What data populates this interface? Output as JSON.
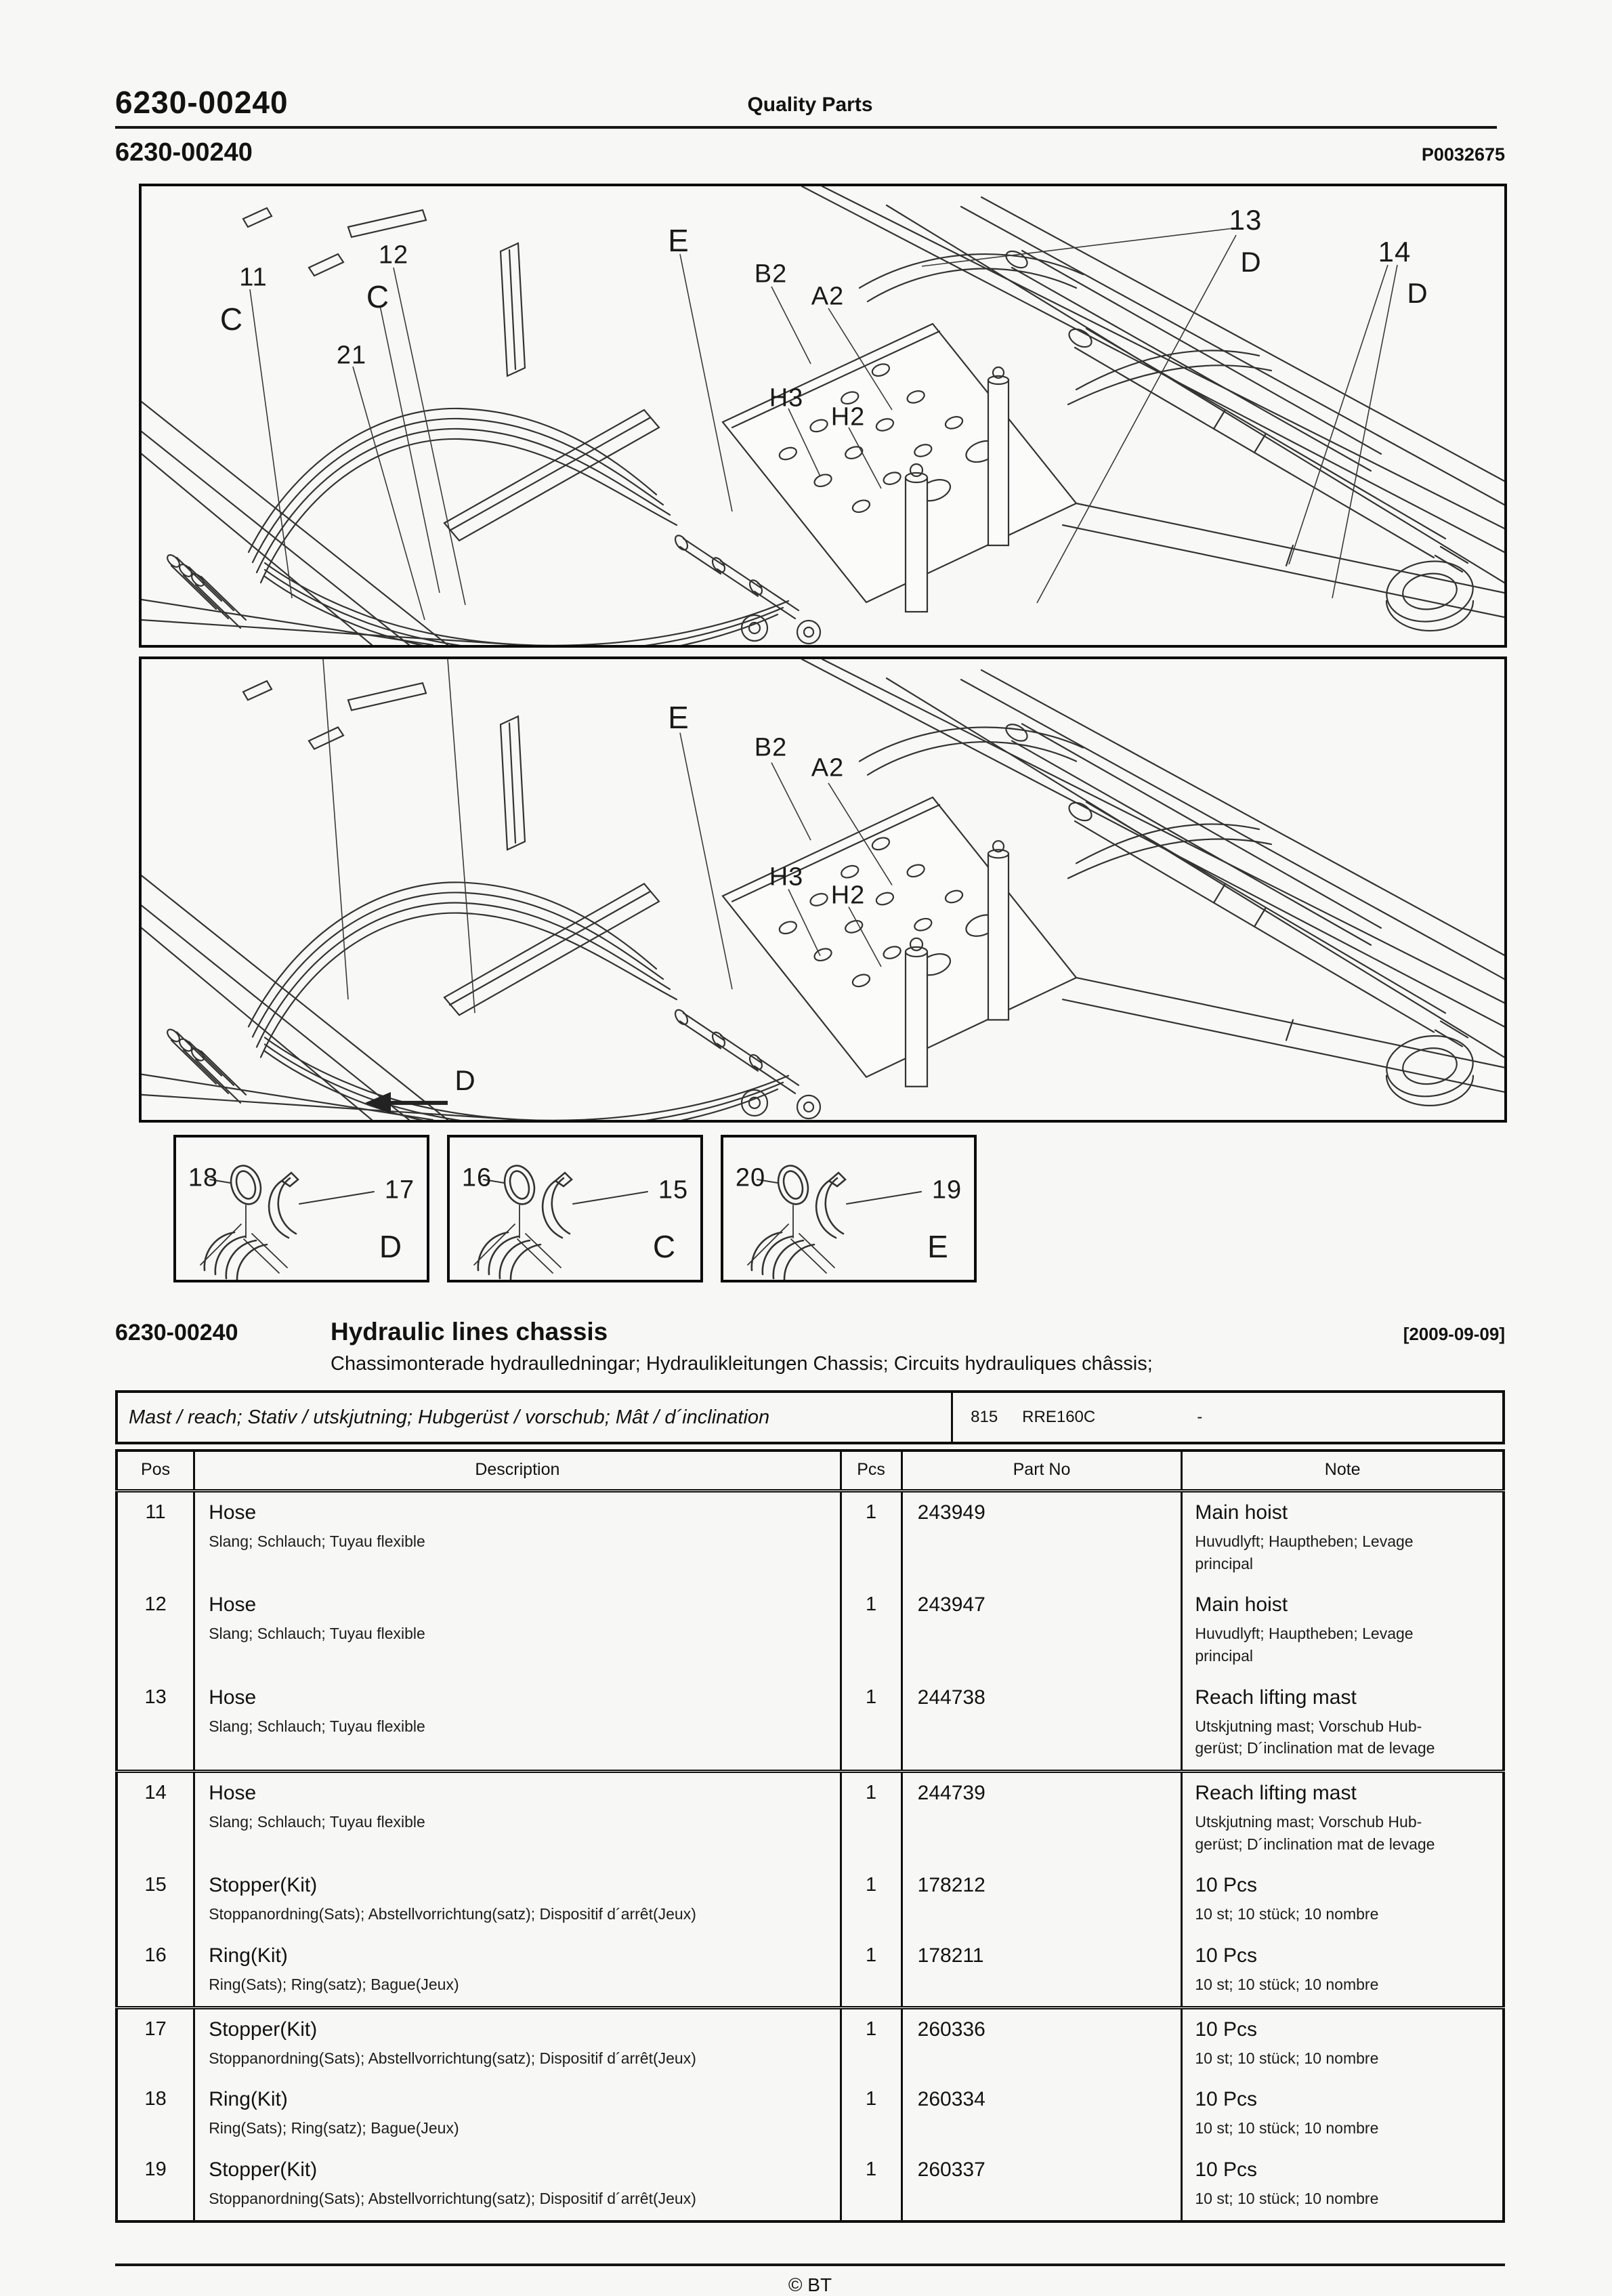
{
  "colors": {
    "page_bg": "#f7f7f6",
    "ink": "#121212",
    "border": "#0f0f0f"
  },
  "header": {
    "doc_number": "6230-00240",
    "brand": "Quality Parts",
    "section_number": "6230-00240",
    "plate_ref": "P0032675"
  },
  "figures": {
    "top": {
      "callouts": {
        "n11": "11",
        "c1": "C",
        "n12": "12",
        "c2": "C",
        "n21": "21",
        "e": "E",
        "b2": "B2",
        "a2": "A2",
        "h3": "H3",
        "h2": "H2",
        "n13": "13",
        "d1": "D",
        "n14": "14",
        "d2": "D"
      }
    },
    "bottom": {
      "callouts": {
        "e": "E",
        "b2": "B2",
        "a2": "A2",
        "h3": "H3",
        "h2": "H2",
        "d": "D"
      }
    },
    "details": [
      {
        "ring_num": "18",
        "stopper_num": "17",
        "letter": "D"
      },
      {
        "ring_num": "16",
        "stopper_num": "15",
        "letter": "C"
      },
      {
        "ring_num": "20",
        "stopper_num": "19",
        "letter": "E"
      }
    ]
  },
  "section": {
    "number": "6230-00240",
    "title": "Hydraulic lines chassis",
    "date": "[2009-09-09]",
    "subtitle": "Chassimonterade hydraulledningar; Hydraulikleitungen Chassis; Circuits hydrauliques châssis;"
  },
  "table": {
    "caption": {
      "left": "Mast / reach; Stativ / utskjutning; Hubgerüst / vorschub; Mât / d´inclination",
      "code": "815",
      "model": "RRE160C",
      "dash": "-"
    },
    "columns": [
      "Pos",
      "Description",
      "Pcs",
      "Part No",
      "Note"
    ],
    "rows": [
      {
        "pos": "11",
        "desc": "Hose",
        "desc_sub": "Slang; Schlauch; Tuyau flexible",
        "pcs": "1",
        "part": "243949",
        "note": "Main hoist",
        "note_sub": "Huvudlyft; Hauptheben; Levage principal"
      },
      {
        "pos": "12",
        "desc": "Hose",
        "desc_sub": "Slang; Schlauch; Tuyau flexible",
        "pcs": "1",
        "part": "243947",
        "note": "Main hoist",
        "note_sub": "Huvudlyft; Hauptheben; Levage principal"
      },
      {
        "pos": "13",
        "desc": "Hose",
        "desc_sub": "Slang; Schlauch; Tuyau flexible",
        "pcs": "1",
        "part": "244738",
        "note": "Reach lifting mast",
        "note_sub": "Utskjutning mast; Vorschub Hub-gerüst; D´inclination mat de levage"
      },
      {
        "pos": "14",
        "desc": "Hose",
        "desc_sub": "Slang; Schlauch; Tuyau flexible",
        "pcs": "1",
        "part": "244739",
        "note": "Reach lifting mast",
        "note_sub": "Utskjutning mast; Vorschub Hub-gerüst; D´inclination mat de levage"
      },
      {
        "pos": "15",
        "desc": "Stopper(Kit)",
        "desc_sub": "Stoppanordning(Sats); Abstellvorrichtung(satz); Dispositif d´arrêt(Jeux)",
        "pcs": "1",
        "part": "178212",
        "note": "10 Pcs",
        "note_sub": "10 st; 10 stück; 10 nombre"
      },
      {
        "pos": "16",
        "desc": "Ring(Kit)",
        "desc_sub": "Ring(Sats); Ring(satz); Bague(Jeux)",
        "pcs": "1",
        "part": "178211",
        "note": "10 Pcs",
        "note_sub": "10 st; 10 stück; 10 nombre"
      },
      {
        "pos": "17",
        "desc": "Stopper(Kit)",
        "desc_sub": "Stoppanordning(Sats); Abstellvorrichtung(satz); Dispositif d´arrêt(Jeux)",
        "pcs": "1",
        "part": "260336",
        "note": "10 Pcs",
        "note_sub": "10 st; 10 stück; 10 nombre"
      },
      {
        "pos": "18",
        "desc": "Ring(Kit)",
        "desc_sub": "Ring(Sats); Ring(satz); Bague(Jeux)",
        "pcs": "1",
        "part": "260334",
        "note": "10 Pcs",
        "note_sub": "10 st; 10 stück; 10 nombre"
      },
      {
        "pos": "19",
        "desc": "Stopper(Kit)",
        "desc_sub": "Stoppanordning(Sats); Abstellvorrichtung(satz); Dispositif d´arrêt(Jeux)",
        "pcs": "1",
        "part": "260337",
        "note": "10 Pcs",
        "note_sub": "10 st; 10 stück; 10 nombre"
      }
    ]
  },
  "footer": {
    "copyright": "© BT"
  }
}
